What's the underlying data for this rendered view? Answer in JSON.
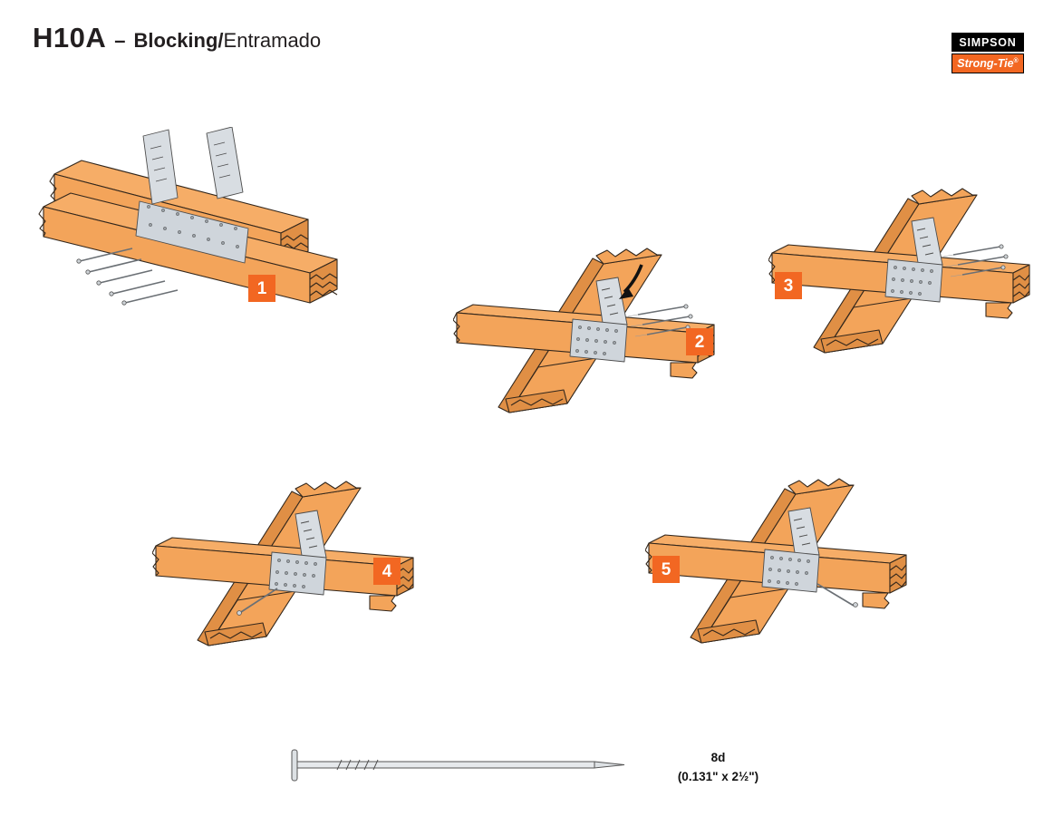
{
  "header": {
    "model": "H10A",
    "separator": "–",
    "title_bold": "Blocking/",
    "title_regular": "Entramado"
  },
  "logo": {
    "top": "SIMPSON",
    "bottom": "Strong-Tie",
    "registered": "®"
  },
  "steps": [
    {
      "number": "1"
    },
    {
      "number": "2"
    },
    {
      "number": "3"
    },
    {
      "number": "4"
    },
    {
      "number": "5"
    }
  ],
  "nail_spec": {
    "size": "8d",
    "dimensions": "(0.131\" x 2½\")"
  },
  "colors": {
    "accent_orange": "#F26722",
    "wood": "#F3A45A",
    "wood_shade": "#E08F45",
    "wood_top": "#F6AD67",
    "connector_metal": "#D8DDE2",
    "outline": "#33271C"
  }
}
